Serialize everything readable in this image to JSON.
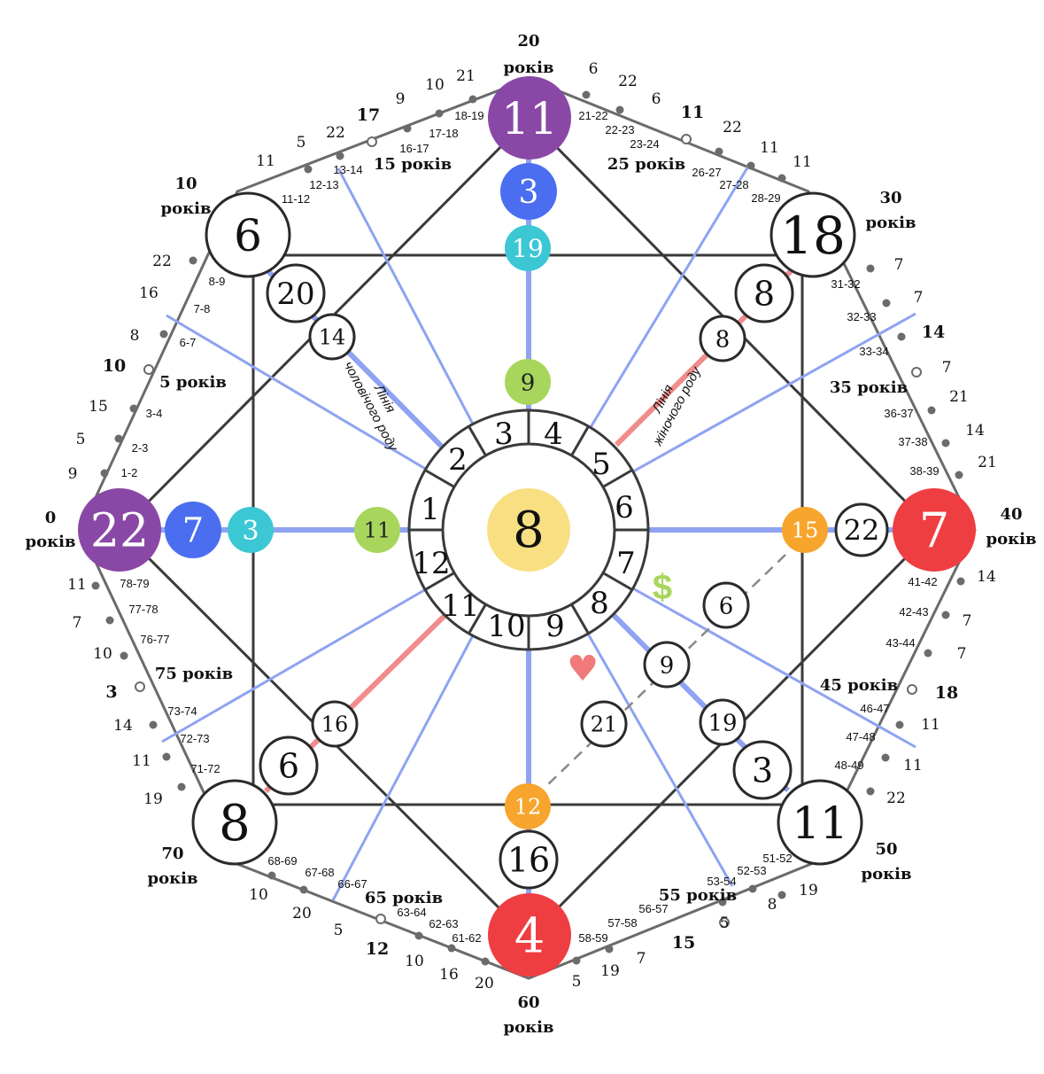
{
  "center": {
    "value": "8",
    "color": "#f8df82"
  },
  "inner_ring": [
    "1",
    "2",
    "3",
    "4",
    "5",
    "6",
    "7",
    "8",
    "9",
    "10",
    "11",
    "12"
  ],
  "nodes": [
    {
      "id": "left-main",
      "value": "22",
      "fill": "#8a48a6",
      "text": "#ffffff"
    },
    {
      "id": "left-2",
      "value": "7",
      "fill": "#4b6ef0",
      "text": "#ffffff"
    },
    {
      "id": "left-3",
      "value": "3",
      "fill": "#3cc7d4",
      "text": "#ffffff"
    },
    {
      "id": "left-4",
      "value": "11",
      "fill": "#a8d65c",
      "text": "#222222"
    },
    {
      "id": "top-main",
      "value": "11",
      "fill": "#8a48a6",
      "text": "#ffffff"
    },
    {
      "id": "top-2",
      "value": "3",
      "fill": "#4b6ef0",
      "text": "#ffffff"
    },
    {
      "id": "top-3",
      "value": "19",
      "fill": "#3cc7d4",
      "text": "#ffffff"
    },
    {
      "id": "top-4",
      "value": "9",
      "fill": "#a8d65c",
      "text": "#222222"
    },
    {
      "id": "right-main",
      "value": "7",
      "fill": "#ef3e42",
      "text": "#ffffff"
    },
    {
      "id": "right-2",
      "value": "22",
      "fill": "#ffffff",
      "text": "#111111"
    },
    {
      "id": "right-3",
      "value": "15",
      "fill": "#f7a52d",
      "text": "#ffffff"
    },
    {
      "id": "bottom-main",
      "value": "4",
      "fill": "#ef3e42",
      "text": "#ffffff"
    },
    {
      "id": "bottom-2",
      "value": "16",
      "fill": "#ffffff",
      "text": "#111111"
    },
    {
      "id": "bottom-3",
      "value": "12",
      "fill": "#f7a52d",
      "text": "#ffffff"
    },
    {
      "id": "tl-main",
      "value": "6",
      "fill": "#ffffff",
      "text": "#111111"
    },
    {
      "id": "tl-2",
      "value": "20",
      "fill": "#ffffff",
      "text": "#111111"
    },
    {
      "id": "tl-3",
      "value": "14",
      "fill": "#ffffff",
      "text": "#111111"
    },
    {
      "id": "tr-main",
      "value": "18",
      "fill": "#ffffff",
      "text": "#111111"
    },
    {
      "id": "tr-2",
      "value": "8",
      "fill": "#ffffff",
      "text": "#111111"
    },
    {
      "id": "tr-3",
      "value": "8",
      "fill": "#ffffff",
      "text": "#111111"
    },
    {
      "id": "bl-main",
      "value": "8",
      "fill": "#ffffff",
      "text": "#111111"
    },
    {
      "id": "bl-2",
      "value": "6",
      "fill": "#ffffff",
      "text": "#111111"
    },
    {
      "id": "bl-3",
      "value": "16",
      "fill": "#ffffff",
      "text": "#111111"
    },
    {
      "id": "br-main",
      "value": "11",
      "fill": "#ffffff",
      "text": "#111111"
    },
    {
      "id": "br-2",
      "value": "3",
      "fill": "#ffffff",
      "text": "#111111"
    },
    {
      "id": "br-3",
      "value": "19",
      "fill": "#ffffff",
      "text": "#111111"
    },
    {
      "id": "money-1",
      "value": "6",
      "fill": "#ffffff",
      "text": "#111111"
    },
    {
      "id": "money-2",
      "value": "9",
      "fill": "#ffffff",
      "text": "#111111"
    },
    {
      "id": "money-3",
      "value": "21",
      "fill": "#ffffff",
      "text": "#111111"
    }
  ],
  "line_labels": {
    "male": [
      "Лінія",
      "чоловічого роду"
    ],
    "female": [
      "Лінія",
      "жіночого роду"
    ]
  },
  "symbols": {
    "dollar": "$",
    "heart": "♥"
  },
  "ages": [
    "0",
    "років",
    "5 років",
    "10",
    "років",
    "15 років",
    "20",
    "років",
    "25 років",
    "30",
    "років",
    "35 років",
    "40",
    "років",
    "45 років",
    "50",
    "років",
    "55 років",
    "60",
    "років",
    "65 років",
    "70",
    "років",
    "75 років"
  ],
  "periods": [
    "1-2",
    "2-3",
    "3-4",
    "6-7",
    "7-8",
    "8-9",
    "11-12",
    "12-13",
    "13-14",
    "16-17",
    "17-18",
    "18-19",
    "21-22",
    "22-23",
    "23-24",
    "26-27",
    "27-28",
    "28-29",
    "31-32",
    "32-33",
    "33-34",
    "36-37",
    "37-38",
    "38-39",
    "41-42",
    "42-43",
    "43-44",
    "46-47",
    "47-48",
    "48-49",
    "51-52",
    "52-53",
    "53-54",
    "56-57",
    "57-58",
    "58-59",
    "61-62",
    "62-63",
    "63-64",
    "66-67",
    "67-68",
    "68-69",
    "71-72",
    "72-73",
    "73-74",
    "76-77",
    "77-78",
    "78-79"
  ],
  "outer_numbers": [
    "9",
    "5",
    "15",
    "10",
    "8",
    "16",
    "22",
    "11",
    "5",
    "22",
    "17",
    "9",
    "10",
    "21",
    "6",
    "22",
    "6",
    "11",
    "22",
    "11",
    "11",
    "7",
    "7",
    "14",
    "7",
    "21",
    "14",
    "21",
    "14",
    "7",
    "7",
    "18",
    "11",
    "11",
    "22",
    "19",
    "8",
    "5",
    "15",
    "7",
    "19",
    "5",
    "20",
    "16",
    "10",
    "12",
    "5",
    "20",
    "10",
    "19",
    "11",
    "14",
    "3",
    "10",
    "7",
    "11"
  ],
  "colors": {
    "outline": "#666666",
    "box": "#3a3a3a",
    "blue_line": "#8ea3f2",
    "red_line": "#f08c8c",
    "dollar": "#a8d65c",
    "heart": "#f07a7a"
  }
}
